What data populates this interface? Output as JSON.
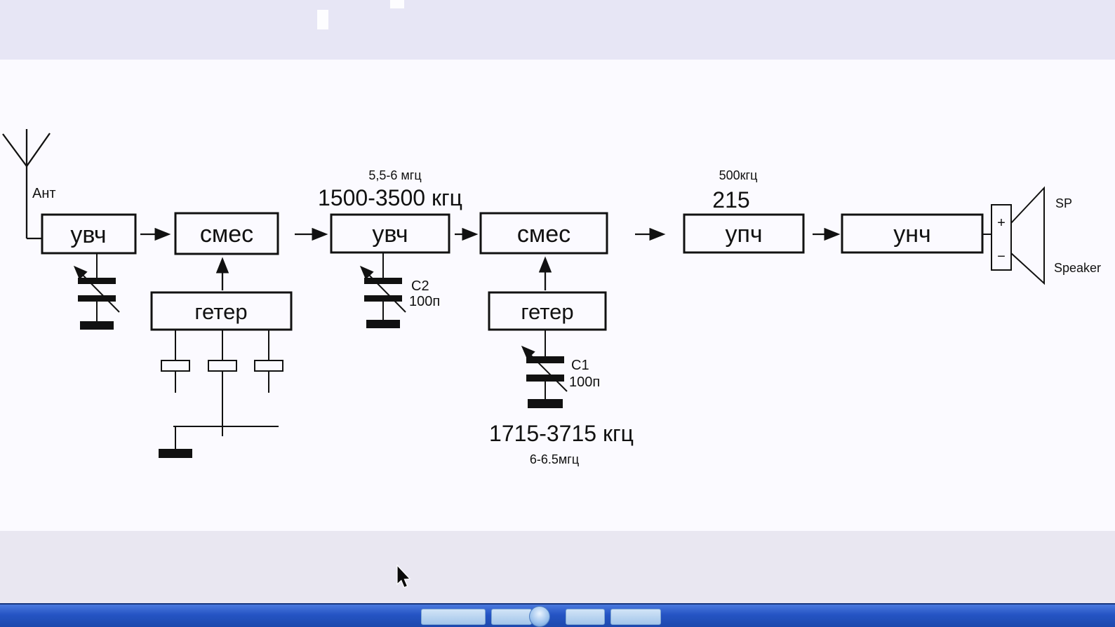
{
  "diagram": {
    "antenna_label": "Ант",
    "block_uvch1": "увч",
    "block_smes1": "смес",
    "block_geter1": "гетер",
    "block_uvch2": "увч",
    "block_smes2": "смес",
    "block_geter2": "гетер",
    "block_upch": "упч",
    "block_unch": "унч",
    "freq_above_uvch2_small": "5,5-6 мгц",
    "freq_above_uvch2_big": "1500-3500 кгц",
    "freq_above_upch_small": "500кгц",
    "freq_above_upch_big": "215",
    "cap2_name": "C2",
    "cap2_value": "100п",
    "cap1_name": "C1",
    "cap1_value": "100п",
    "freq_below_geter2_big": "1715-3715 кгц",
    "freq_below_geter2_small": "6-6.5мгц",
    "speaker_plus": "+",
    "speaker_minus": "−",
    "speaker_sp": "SP",
    "speaker_label": "Speaker"
  },
  "colors": {
    "ink": "#111111",
    "canvas_bg": "#fbfaff",
    "top_strip": "#e7e6f5",
    "bottom_strip": "#e9e7f1",
    "taskbar_blue": "#2554c4",
    "taskbar_button": "#a3c6ea"
  }
}
